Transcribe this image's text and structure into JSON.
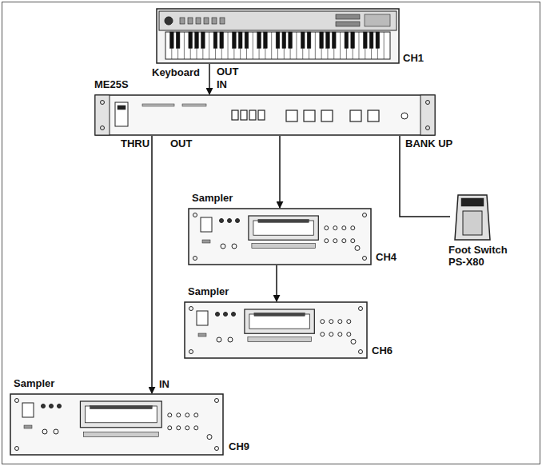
{
  "diagram": {
    "nodes": [
      {
        "text": [
          "Keyboard",
          "CH1"
        ]
      },
      {
        "text": [
          "ME25S"
        ]
      },
      {
        "text": [
          "Sampler",
          "CH4"
        ]
      },
      {
        "text": [
          "Sampler",
          "CH6"
        ]
      },
      {
        "text": [
          "Sampler",
          "CH9"
        ]
      },
      {
        "text": [
          "Foot Switch PS-X80"
        ]
      }
    ],
    "edges": [
      {
        "from": 0,
        "to": 1,
        "arrow": "to"
      },
      {
        "from": 1,
        "to": 2,
        "arrow": "to"
      },
      {
        "from": 2,
        "to": 3,
        "arrow": "to"
      },
      {
        "from": 1,
        "to": 4,
        "arrow": "to"
      },
      {
        "from": 1,
        "to": 5,
        "arrow": "none"
      }
    ],
    "labels": [
      "OUT",
      "IN",
      "THRU",
      "OUT",
      "BANK UP",
      "IN"
    ]
  }
}
